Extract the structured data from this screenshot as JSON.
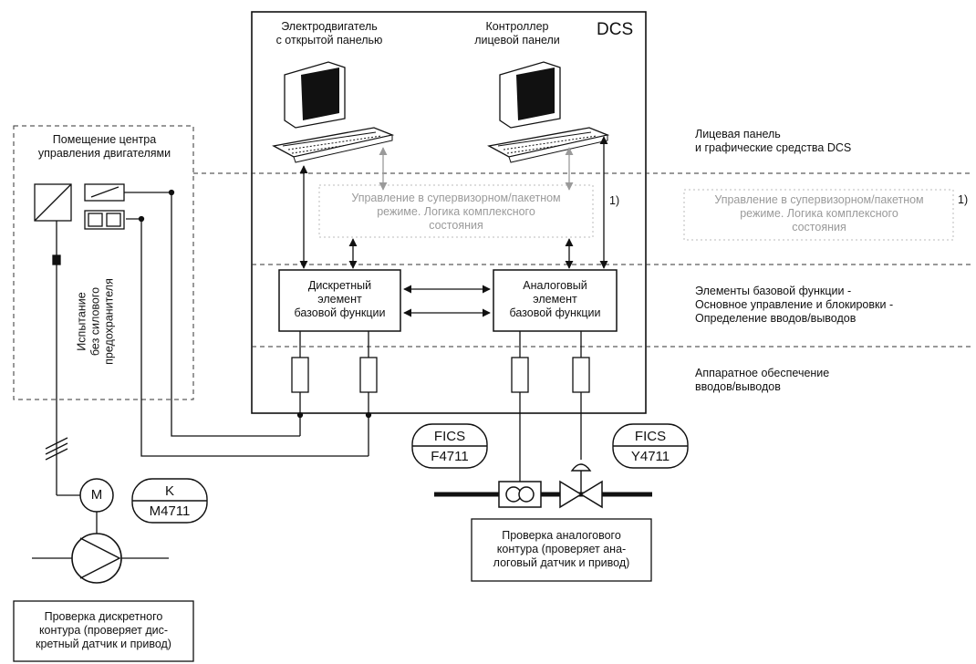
{
  "dcs_label": "DCS",
  "workstations": {
    "left_label": "Электродвигатель\nс открытой панелью",
    "right_label": "Контроллер\nлицевой панели"
  },
  "mcc": {
    "title": "Помещение центра\nуправления двигателями",
    "test_note": "Испытание\nбез силового\nпредохранителя"
  },
  "layers": {
    "front_panel": "Лицевая панель\nи графические средства DCS",
    "basic_functions": "Элементы базовой функции -\nОсновное управление и блокировки -\nОпределение вводов/выводов",
    "io_hardware": "Аппаратное обеспечение\nвводов/выводов"
  },
  "supervisory": {
    "inner_text": "Управление в супервизорном/пакетном\nрежиме. Логика комплексного\nсостояния",
    "outer_text": "Управление в супервизорном/пакетном\nрежиме. Логика комплексного\nсостояния",
    "footnote_inner": "1)",
    "footnote_outer": "1)"
  },
  "elements": {
    "discrete": "Дискретный\nэлемент\nбазовой функции",
    "analog": "Аналоговый\nэлемент\nбазовой функции"
  },
  "tags": {
    "flow_top": "FICS",
    "flow_bottom": "F4711",
    "valve_top": "FICS",
    "valve_bottom": "Y4711",
    "motor_tag_top": "K",
    "motor_tag_bottom": "M4711",
    "motor_symbol": "M"
  },
  "checks": {
    "analog_loop": "Проверка аналогового\nконтура (проверяет ана-\nлоговый датчик и привод)",
    "discrete_loop": "Проверка дискретного\nконтура (проверяет дис-\nкретный датчик и привод)"
  }
}
